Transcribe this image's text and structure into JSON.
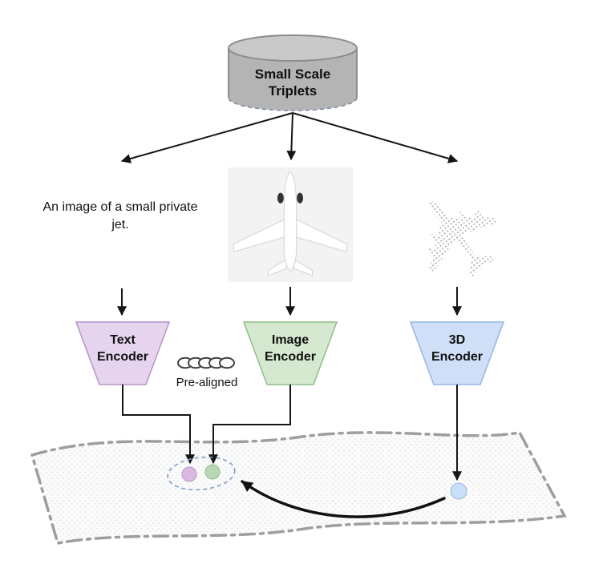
{
  "database": {
    "line1": "Small Scale",
    "line2": "Triplets"
  },
  "inputs": {
    "text_caption": "An image of a small private jet."
  },
  "encoders": {
    "text": {
      "line1": "Text",
      "line2": "Encoder",
      "fill": "#e6d4ee",
      "stroke": "#b495c6"
    },
    "image": {
      "line1": "Image",
      "line2": "Encoder",
      "fill": "#d5e9d0",
      "stroke": "#8fbe89"
    },
    "shape": {
      "line1": "3D",
      "line2": "Encoder",
      "fill": "#cfdff8",
      "stroke": "#96b5e6"
    }
  },
  "pre_aligned_label": "Pre-aligned",
  "embedding_dots": {
    "text_fill": "#d9b8e2",
    "text_stroke": "#bb97c9",
    "image_fill": "#b9d8b2",
    "image_stroke": "#93bd8c",
    "shape_fill": "#c9def8",
    "shape_stroke": "#9ab7e2"
  },
  "icons": {
    "point_cloud_glyph": "✈"
  }
}
